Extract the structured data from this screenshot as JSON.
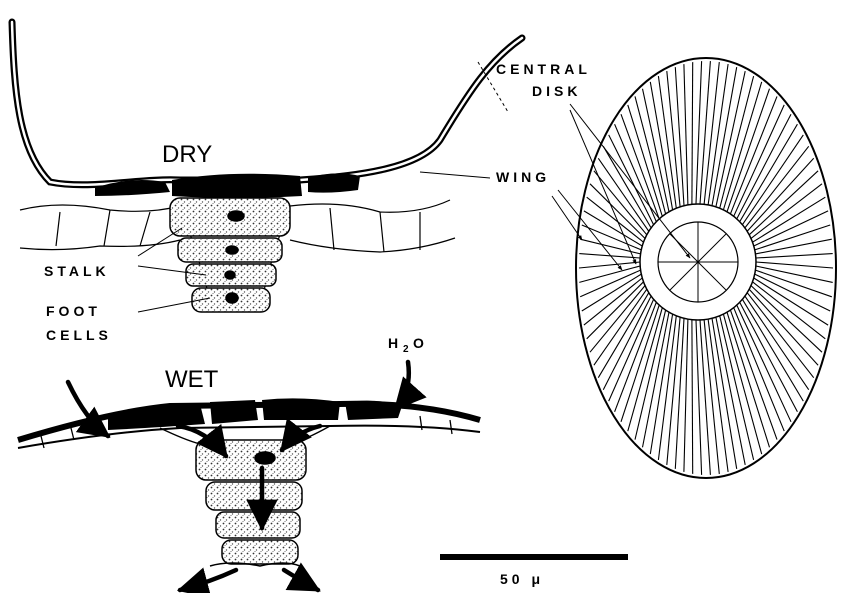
{
  "labels": {
    "dry": "DRY",
    "wet": "WET",
    "central": "CENTRAL",
    "disk": "DISK",
    "wing": "WING",
    "stalk": "STALK",
    "foot": "FOOT",
    "cells": "CELLS",
    "h2o_h": "H",
    "h2o_sub": "2",
    "h2o_o": "O",
    "scale": "50 μ"
  },
  "colors": {
    "ink": "#000000",
    "paper": "#ffffff",
    "stipple": "#555555"
  }
}
